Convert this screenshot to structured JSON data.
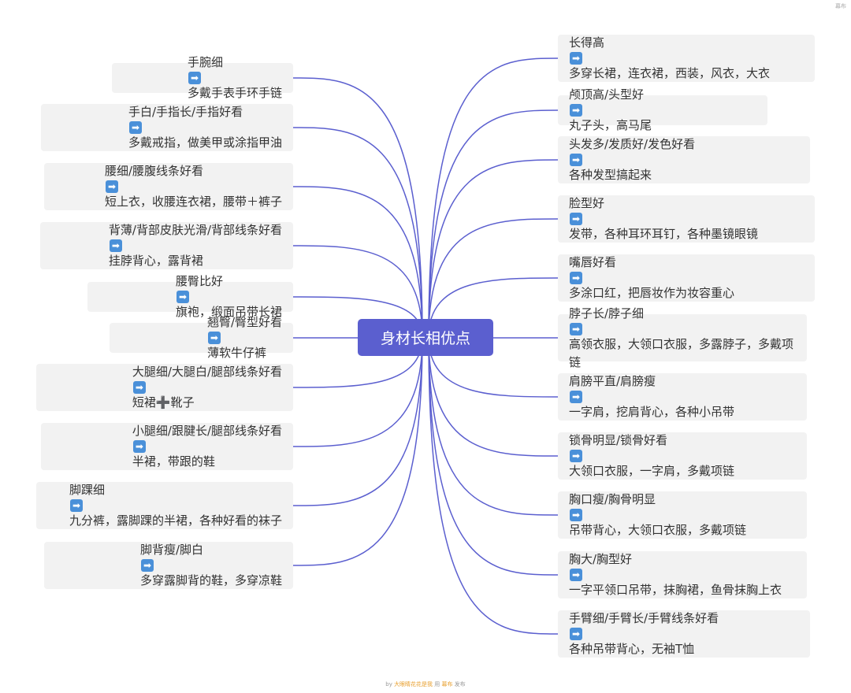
{
  "center": {
    "label": "身材长相优点"
  },
  "left_nodes": [
    {
      "before": "手腕细",
      "after": "多戴手表手环手链"
    },
    {
      "before": "手白/手指长/手指好看",
      "after": "多戴戒指，做美甲或涂指甲油"
    },
    {
      "before": "腰细/腰腹线条好看",
      "after": "短上衣，收腰连衣裙，腰带＋裤子"
    },
    {
      "before": "背薄/背部皮肤光滑/背部线条好看",
      "after": "挂脖背心，露背裙"
    },
    {
      "before": "腰臀比好",
      "after": "旗袍，缎面吊带长裙"
    },
    {
      "before": "翘臀/臀型好看",
      "after": "薄软牛仔裤"
    },
    {
      "before": "大腿细/大腿白/腿部线条好看",
      "after": "短裙",
      "plus": "➕",
      "after2": "靴子"
    },
    {
      "before": "小腿细/跟腱长/腿部线条好看",
      "after": "半裙，带跟的鞋"
    },
    {
      "before": "脚踝细",
      "after": "九分裤，露脚踝的半裙，各种好看的袜子"
    },
    {
      "before": "脚背瘦/脚白",
      "after": "多穿露脚背的鞋，多穿凉鞋"
    }
  ],
  "right_nodes": [
    {
      "before": "长得高",
      "after": "多穿长裙，连衣裙，西装，风衣，大衣"
    },
    {
      "before": "颅顶高/头型好",
      "after": "丸子头，高马尾"
    },
    {
      "before": "头发多/发质好/发色好看",
      "after": "各种发型搞起来"
    },
    {
      "before": "脸型好",
      "after": "发带，各种耳环耳钉，各种墨镜眼镜"
    },
    {
      "before": "嘴唇好看",
      "after": "多涂口红，把唇妆作为妆容重心"
    },
    {
      "before": "脖子长/脖子细",
      "after": "高领衣服，大领口衣服，多露脖子，多戴项链"
    },
    {
      "before": "肩膀平直/肩膀瘦",
      "after": "一字肩，挖肩背心，各种小吊带"
    },
    {
      "before": "锁骨明显/锁骨好看",
      "after": "大领口衣服，一字肩，多戴项链"
    },
    {
      "before": "胸口瘦/胸骨明显",
      "after": "吊带背心，大领口衣服，多戴项链"
    },
    {
      "before": "胸大/胸型好",
      "after": "一字平领口吊带，抹胸裙，鱼骨抹胸上衣"
    },
    {
      "before": "手臂细/手臂长/手臂线条好看",
      "after": "各种吊带背心，无袖T恤"
    }
  ],
  "arrow_glyph": "➡",
  "footer": {
    "prefix": "by ",
    "brand": "大眼睛花花是我",
    "middle": " 用 ",
    "app": "幕布",
    "suffix": " 发布"
  },
  "topright_text": "幕布",
  "colors": {
    "connector": "#5b5fcf",
    "center_fill": "#5b5fcf",
    "node_fill": "#f2f2f2",
    "arrow_icon": "#4a90d9"
  }
}
